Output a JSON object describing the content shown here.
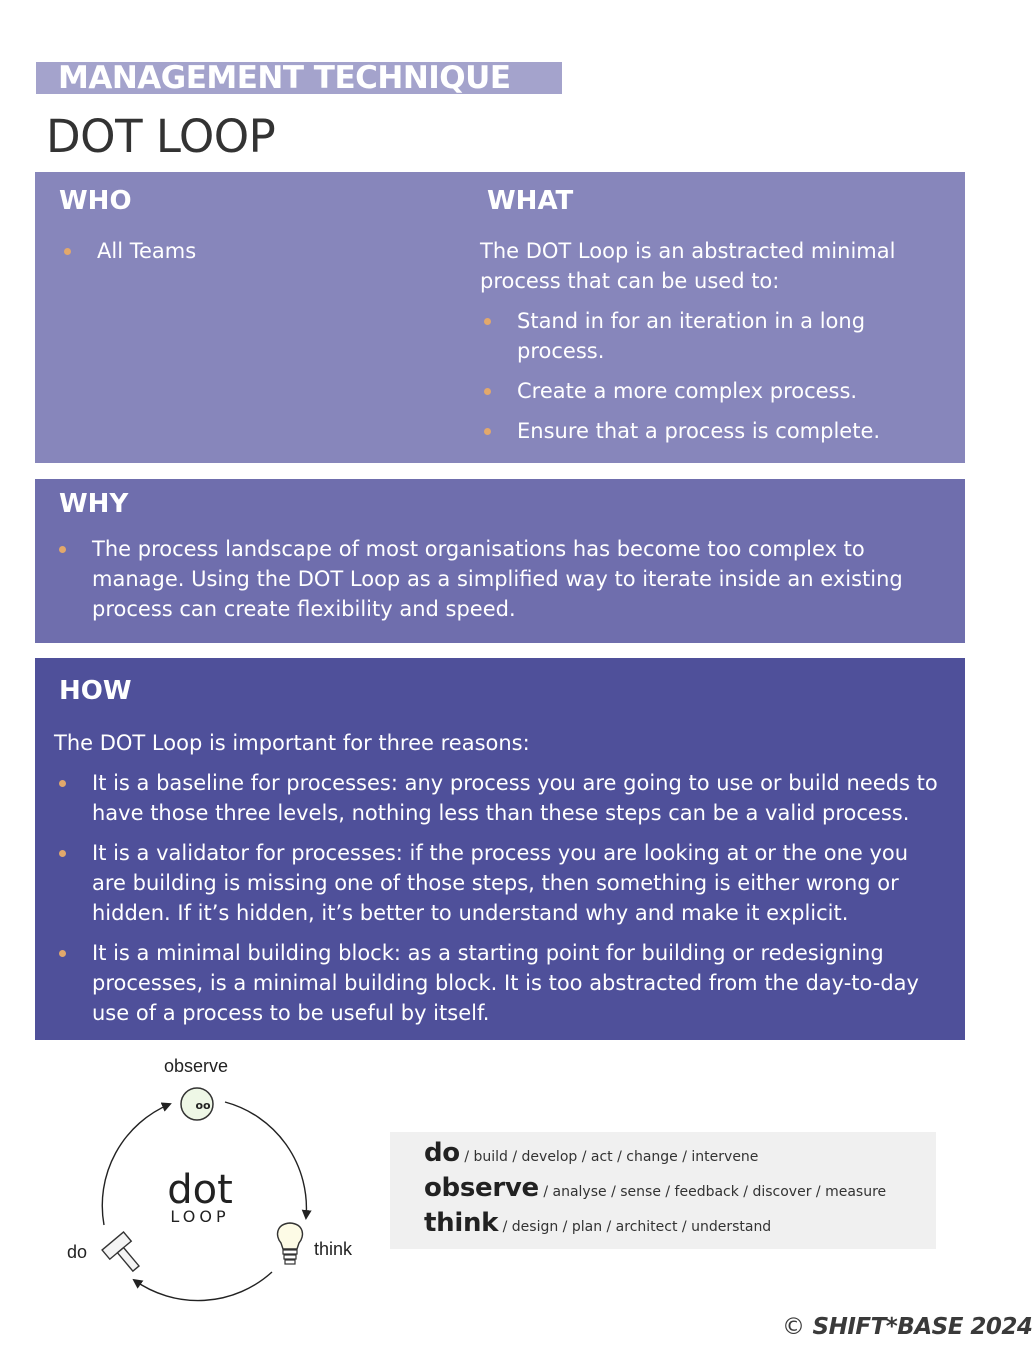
{
  "header": {
    "tag": "MANAGEMENT TECHNIQUE",
    "title": "DOT LOOP"
  },
  "who": {
    "heading": "WHO",
    "items": [
      "All Teams"
    ]
  },
  "what": {
    "heading": "WHAT",
    "intro": "The DOT Loop is an abstracted minimal process that can be used to:",
    "items": [
      "Stand in for an iteration in a long process.",
      "Create a more complex process.",
      "Ensure that a process is complete."
    ]
  },
  "why": {
    "heading": "WHY",
    "items": [
      "The process landscape of most organisations has become too complex to manage. Using the DOT Loop as a simplified way to iterate inside an existing process can create flexibility and speed."
    ]
  },
  "how": {
    "heading": "HOW",
    "intro": "The DOT Loop is important for three reasons:",
    "items": [
      "It is a baseline for processes: any process you are going to use or build needs to have those three levels, nothing less than these steps can be a valid process.",
      "It is a validator for processes: if the process you are looking at or the one you are building is missing one of those steps, then something is either wrong or hidden. If it’s hidden, it’s better to understand why and make it explicit.",
      "It is a minimal building block: as a starting point for building or redesigning processes, is a minimal building block. It is too abstracted from the day-to-day use of a process to be useful by itself."
    ]
  },
  "diagram": {
    "center_word": "dot",
    "center_sub": "LOOP",
    "observe_label": "observe",
    "think_label": "think",
    "do_label": "do",
    "observe_icon_text": "oo"
  },
  "legend": [
    {
      "term": "do",
      "rest": " / build / develop / act / change / intervene"
    },
    {
      "term": "observe",
      "rest": " / analyse / sense / feedback / discover / measure"
    },
    {
      "term": "think",
      "rest": " / design / plan / architect / understand"
    }
  ],
  "footer": {
    "symbol": "©",
    "copyright": "SHIFT*BASE 2024"
  },
  "colors": {
    "tag_bg": "#a4a3cc",
    "panel_who_what": "#8786bb",
    "panel_why": "#6f6ead",
    "panel_how": "#4f509a",
    "bullet": "#e2a86b"
  }
}
